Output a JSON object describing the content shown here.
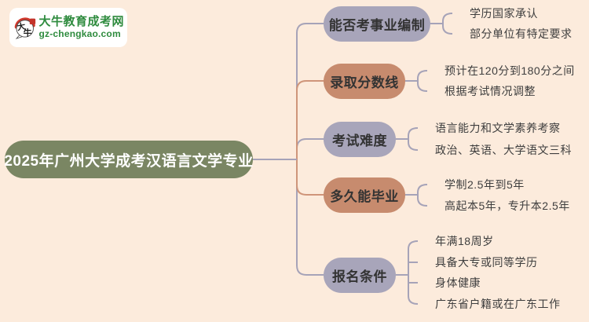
{
  "logo": {
    "icon_char1": "大",
    "icon_char2": "牛",
    "title": "大牛教育成考网",
    "domain": "gz-chengkao.com"
  },
  "root": {
    "label": "2025年广州大学成考汉语言文学专业"
  },
  "branches": [
    {
      "label": "能否考事业编制",
      "color": "lavender",
      "children": [
        "学历国家承认",
        "部分单位有特定要求"
      ]
    },
    {
      "label": "录取分数线",
      "color": "salmon",
      "children": [
        "预计在120分到180分之间",
        "根据考试情况调整"
      ]
    },
    {
      "label": "考试难度",
      "color": "lavender",
      "children": [
        "语言能力和文学素养考察",
        "政治、英语、大学语文三科"
      ]
    },
    {
      "label": "多久能毕业",
      "color": "salmon",
      "children": [
        "学制2.5年到5年",
        "高起本5年，专升本2.5年"
      ]
    },
    {
      "label": "报名条件",
      "color": "lavender",
      "children": [
        "年满18周岁",
        "具备大专或同等学历",
        "身体健康",
        "广东省户籍或在广东工作"
      ]
    }
  ],
  "theme": {
    "background": "#fcebdc",
    "logo_card": "#ffffff",
    "logo_green": "#2e8b3e",
    "logo_red": "#d0382c",
    "root_fill": "#7a8663",
    "root_text": "#ffffff",
    "lavender": "#a8a5ba",
    "salmon": "#c78b6e",
    "line_lavender": "#a6a3b8",
    "line_salmon": "#cf957a",
    "text_dark": "#333333",
    "child_text": "#3e3e3e"
  }
}
